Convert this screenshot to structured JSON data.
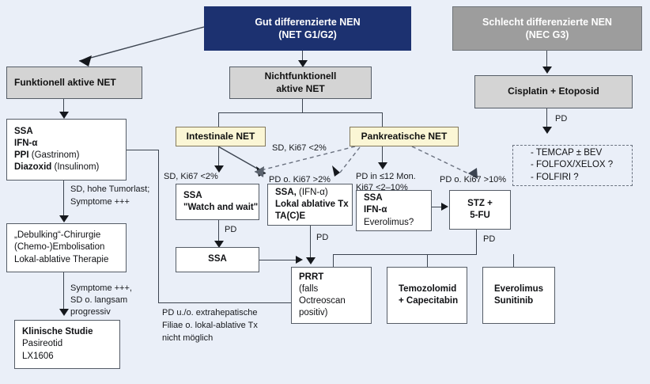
{
  "diagram": {
    "title_flow": "Therapiealgorithmus NEN",
    "colors": {
      "background": "#eaeff8",
      "header_blue": "#1c3170",
      "header_grey": "#9d9d9d",
      "node_grey": "#d4d4d4",
      "node_yellow": "#fbf6d5",
      "node_white": "#ffffff",
      "line": "#3c4450"
    }
  },
  "nodes": {
    "gut_diff": {
      "line1": "Gut differenzierte NEN",
      "line2": "(NET G1/G2)"
    },
    "schlecht_diff": {
      "line1": "Schlecht differenzierte NEN",
      "line2": "(NEC G3)"
    },
    "funktionell": {
      "line1": "Funktionell aktive NET"
    },
    "nichtfunktionell": {
      "line1": "Nichtfunktionell",
      "line2": "aktive NET"
    },
    "ssa_ifn_ppi": {
      "line1_b": "SSA",
      "line2_b": "IFN-α",
      "line3_b": "PPI",
      "line3_n": " (Gastrinom)",
      "line4_b": "Diazoxid",
      "line4_n": " (Insulinom)"
    },
    "debulking": {
      "line1": "„Debulking“-Chirurgie",
      "line2": "(Chemo-)Embolisation",
      "line3": "Lokal-ablative Therapie"
    },
    "klinische_studie": {
      "line1": "Klinische Studie",
      "line2": "Pasireotid",
      "line3": "LX1606"
    },
    "intestinale": {
      "line1": "Intestinale NET"
    },
    "pankreatische": {
      "line1": "Pankreatische NET"
    },
    "ssa_watch": {
      "line1": "SSA",
      "line2": "\"Watch and wait\""
    },
    "ssa_only": {
      "line1": "SSA"
    },
    "ssa_lokal": {
      "line1_b": "SSA,",
      "line1_n": " (IFN-α)",
      "line2": "Lokal ablative Tx",
      "line3": "TA(C)E"
    },
    "ssa_ifn_evero": {
      "line1_b": "SSA",
      "line2_b": "IFN-α",
      "line3_n": "Everolimus?"
    },
    "stz_5fu": {
      "line1": "STZ +",
      "line2": "5-FU"
    },
    "prrt": {
      "line1": "PRRT",
      "line2": "(falls",
      "line3": "Octreoscan",
      "line4": "positiv)"
    },
    "temozolomid": {
      "line1": "Temozolomid",
      "line2": "+ Capecitabin"
    },
    "everolimus": {
      "line1": "Everolimus",
      "line2": "Sunitinib"
    },
    "cisplatin": {
      "line1": "Cisplatin + Etoposid"
    },
    "nec_options": {
      "line1": "- TEMCAP ± BEV",
      "line2": "- FOLFOX/XELOX ?",
      "line3": "- FOLFIRI ?"
    }
  },
  "edge_labels": {
    "sd_hohe_tumorlast_1": "SD, hohe Tumorlast;",
    "sd_hohe_tumorlast_2": "Symptome +++",
    "symptome_sd_1": "Symptome +++,",
    "symptome_sd_2": "SD o. langsam",
    "symptome_sd_3": "progressiv",
    "sd_ki67_left": "SD, Ki67 <2%",
    "sd_ki67_mid": "SD, Ki67 <2%",
    "pd_ki67_gt2": "PD o. Ki67 >2%",
    "pd_12mon_1": "PD in ≤12 Mon.",
    "pd_12mon_2": "Ki67 <2–10%",
    "pd_ki67_gt10": "PD o. Ki67 >10%",
    "pd_a": "PD",
    "pd_b": "PD",
    "pd_c": "PD",
    "pd_nec": "PD",
    "pd_extrahep_1": "PD u./o. extrahepatische",
    "pd_extrahep_2": "Filiae o. lokal-ablative Tx",
    "pd_extrahep_3": "nicht möglich"
  }
}
